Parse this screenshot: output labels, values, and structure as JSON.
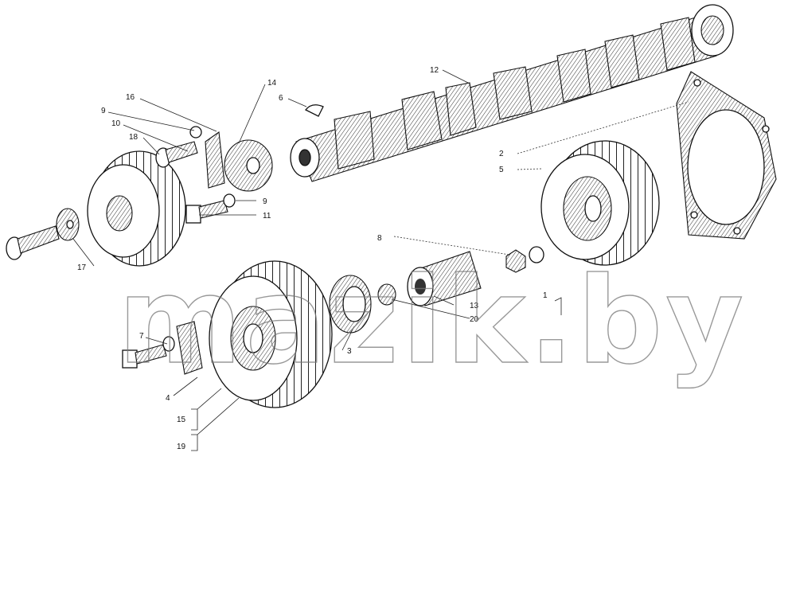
{
  "watermark": "mazik.by",
  "labels": [
    {
      "id": "p1",
      "text": "1"
    },
    {
      "id": "p2",
      "text": "2"
    },
    {
      "id": "p3",
      "text": "3"
    },
    {
      "id": "p4",
      "text": "4"
    },
    {
      "id": "p5",
      "text": "5"
    },
    {
      "id": "p6",
      "text": "6"
    },
    {
      "id": "p7",
      "text": "7"
    },
    {
      "id": "p8",
      "text": "8"
    },
    {
      "id": "p9a",
      "text": "9"
    },
    {
      "id": "p9b",
      "text": "9"
    },
    {
      "id": "p10",
      "text": "10"
    },
    {
      "id": "p11",
      "text": "11"
    },
    {
      "id": "p12",
      "text": "12"
    },
    {
      "id": "p13",
      "text": "13"
    },
    {
      "id": "p14",
      "text": "14"
    },
    {
      "id": "p15",
      "text": "15"
    },
    {
      "id": "p16",
      "text": "16"
    },
    {
      "id": "p17",
      "text": "17"
    },
    {
      "id": "p18",
      "text": "18"
    },
    {
      "id": "p19",
      "text": "19"
    },
    {
      "id": "p20",
      "text": "20"
    }
  ]
}
